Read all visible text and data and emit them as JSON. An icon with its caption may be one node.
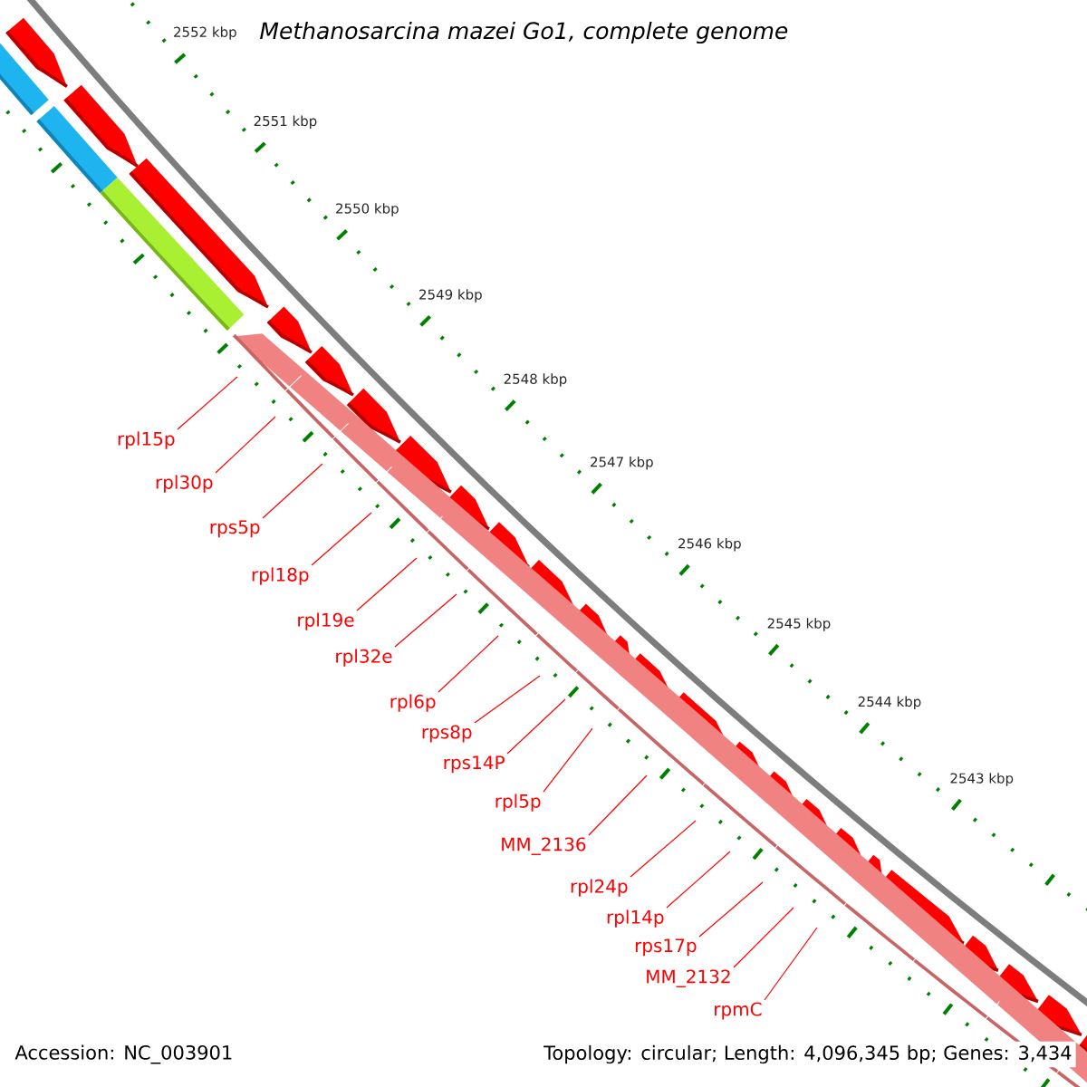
{
  "diagram": {
    "title": "Methanosarcina mazei Go1, complete genome",
    "nodes": [
      {
        "text": [
          "rpl15p"
        ]
      },
      {
        "text": [
          "rpl30p"
        ]
      },
      {
        "text": [
          "rps5p"
        ]
      },
      {
        "text": [
          "rpl18p"
        ]
      },
      {
        "text": [
          "rpl19e"
        ]
      },
      {
        "text": [
          "rpl32e"
        ]
      },
      {
        "text": [
          "rpl6p"
        ]
      },
      {
        "text": [
          "rps8p"
        ]
      },
      {
        "text": [
          "rps14P"
        ]
      },
      {
        "text": [
          "rpl5p"
        ]
      },
      {
        "text": [
          "MM_2136"
        ]
      },
      {
        "text": [
          "rpl24p"
        ]
      },
      {
        "text": [
          "rpl14p"
        ]
      },
      {
        "text": [
          "rps17p"
        ]
      },
      {
        "text": [
          "MM_2132"
        ]
      },
      {
        "text": [
          "rpmC"
        ]
      }
    ],
    "edges": [
      {
        "from": 0,
        "to": null,
        "arrow": "none"
      },
      {
        "from": 1,
        "to": null,
        "arrow": "none"
      },
      {
        "from": 2,
        "to": null,
        "arrow": "none"
      },
      {
        "from": 3,
        "to": null,
        "arrow": "none"
      },
      {
        "from": 4,
        "to": null,
        "arrow": "none"
      },
      {
        "from": 5,
        "to": null,
        "arrow": "none"
      },
      {
        "from": 6,
        "to": null,
        "arrow": "none"
      },
      {
        "from": 7,
        "to": null,
        "arrow": "none"
      },
      {
        "from": 8,
        "to": null,
        "arrow": "none"
      },
      {
        "from": 9,
        "to": null,
        "arrow": "none"
      },
      {
        "from": 10,
        "to": null,
        "arrow": "none"
      },
      {
        "from": 11,
        "to": null,
        "arrow": "none"
      },
      {
        "from": 12,
        "to": null,
        "arrow": "none"
      },
      {
        "from": 13,
        "to": null,
        "arrow": "none"
      },
      {
        "from": 14,
        "to": null,
        "arrow": "none"
      },
      {
        "from": 15,
        "to": null,
        "arrow": "none"
      }
    ],
    "labels": [
      "2552 kbp",
      "2551 kbp",
      "2550 kbp",
      "2549 kbp",
      "2548 kbp",
      "2547 kbp",
      "2546 kbp",
      "2545 kbp",
      "2544 kbp",
      "2543 kbp",
      "Accession: NC_003901",
      "Topology: circular; Length: 4,096,345 bp; Genes: 3,434"
    ]
  }
}
